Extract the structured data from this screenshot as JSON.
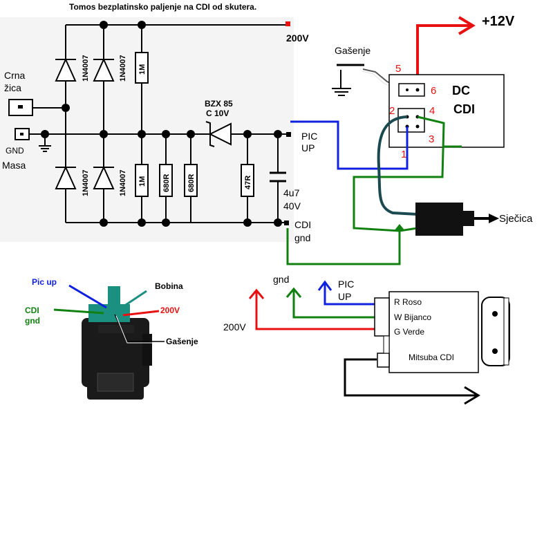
{
  "title": "Tomos bezplatinsko paljenje na CDI od skutera.",
  "colors": {
    "wire_black": "#000000",
    "wire_red": "#e81010",
    "wire_blue": "#1020e0",
    "wire_green": "#108010",
    "wire_teal": "#1a4a50",
    "pin_red": "#e81010",
    "cdi_body": "#1a1a1a",
    "connector_green": "#1c9080"
  },
  "schematic": {
    "label_200v": "200V",
    "label_crna": "Crna",
    "label_zica": "žica",
    "label_gnd": "GND",
    "label_masa": "Masa",
    "label_pic": "PIC",
    "label_up": "UP",
    "label_cdi": "CDI",
    "label_gnd2": "gnd",
    "zener_line1": "BZX 85",
    "zener_line2": "C 10V",
    "cap_line1": "4u7",
    "cap_line2": "40V",
    "diode_labels": [
      "1N4007",
      "1N4007",
      "1N4007",
      "1N4007"
    ],
    "res_1m_top": "1M",
    "res_1m_bot": "1M",
    "res_680_a": "680R",
    "res_680_b": "680R",
    "res_47": "47R"
  },
  "dc_cdi": {
    "plus12v": "+12V",
    "gasenje": "Gašenje",
    "title_dc": "DC",
    "title_cdi": "CDI",
    "pins": [
      "1",
      "2",
      "3",
      "4",
      "5",
      "6"
    ],
    "sjecica": "Sječica"
  },
  "photo_cdi": {
    "pic_up": "Pic up",
    "bobina": "Bobina",
    "cdi": "CDI",
    "gnd": "gnd",
    "v200": "200V",
    "gasenje": "Gašenje"
  },
  "mitsuba": {
    "gnd": "gnd",
    "pic": "PIC",
    "up": "UP",
    "v200": "200V",
    "roso": "R Roso",
    "bijanco": "W Bijanco",
    "verde": "G Verde",
    "title": "Mitsuba CDI"
  }
}
